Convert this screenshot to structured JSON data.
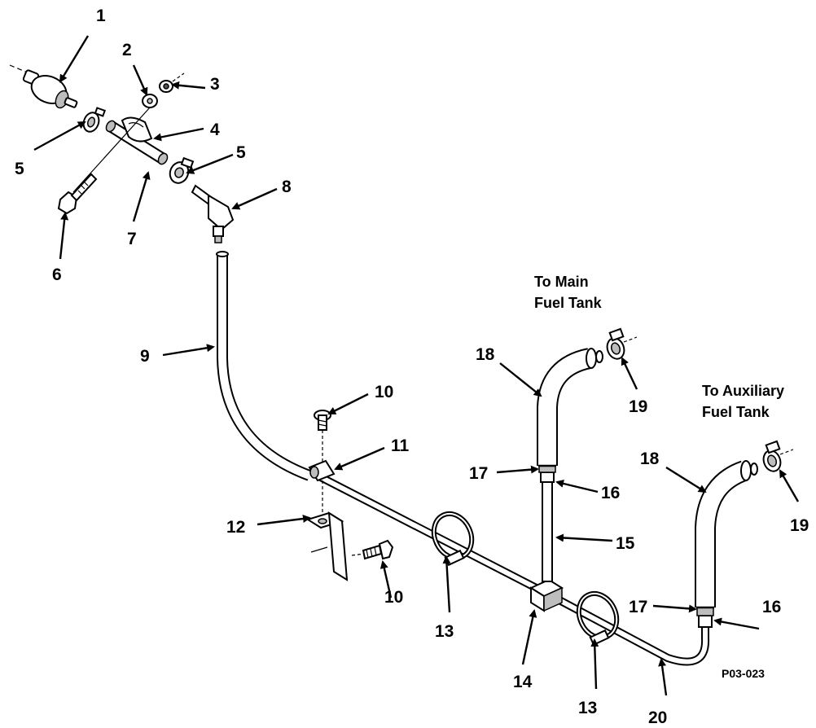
{
  "callouts": [
    {
      "id": "1",
      "label": "1"
    },
    {
      "id": "2",
      "label": "2"
    },
    {
      "id": "3",
      "label": "3"
    },
    {
      "id": "4",
      "label": "4"
    },
    {
      "id": "5a",
      "label": "5"
    },
    {
      "id": "5b",
      "label": "5"
    },
    {
      "id": "6",
      "label": "6"
    },
    {
      "id": "7",
      "label": "7"
    },
    {
      "id": "8",
      "label": "8"
    },
    {
      "id": "9",
      "label": "9"
    },
    {
      "id": "10a",
      "label": "10"
    },
    {
      "id": "10b",
      "label": "10"
    },
    {
      "id": "11",
      "label": "11"
    },
    {
      "id": "12",
      "label": "12"
    },
    {
      "id": "13a",
      "label": "13"
    },
    {
      "id": "13b",
      "label": "13"
    },
    {
      "id": "14",
      "label": "14"
    },
    {
      "id": "15",
      "label": "15"
    },
    {
      "id": "16a",
      "label": "16"
    },
    {
      "id": "16b",
      "label": "16"
    },
    {
      "id": "17a",
      "label": "17"
    },
    {
      "id": "17b",
      "label": "17"
    },
    {
      "id": "18a",
      "label": "18"
    },
    {
      "id": "18b",
      "label": "18"
    },
    {
      "id": "19a",
      "label": "19"
    },
    {
      "id": "19b",
      "label": "19"
    },
    {
      "id": "20",
      "label": "20"
    }
  ],
  "notes": {
    "main_tank_line1": "To Main",
    "main_tank_line2": "Fuel Tank",
    "aux_tank_line1": "To Auxiliary",
    "aux_tank_line2": "Fuel Tank"
  },
  "figure_code": "P03-023"
}
